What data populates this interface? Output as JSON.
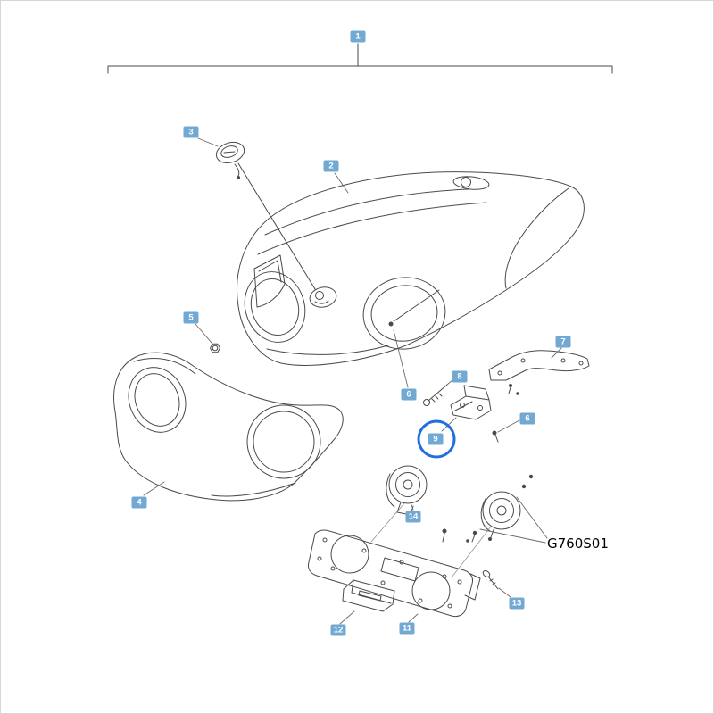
{
  "diagram": {
    "ref_code": "G760S01",
    "highlighted_callout": "9",
    "colors": {
      "badge": "#72a9d3",
      "badge_text": "#ffffff",
      "highlight_ring": "#1f6fe0",
      "line": "#4a4a4a"
    },
    "callouts": {
      "c1": "1",
      "c2": "2",
      "c3": "3",
      "c4": "4",
      "c5": "5",
      "c6a": "6",
      "c6b": "6",
      "c7": "7",
      "c8": "8",
      "c9": "9",
      "c11": "11",
      "c12": "12",
      "c13": "13",
      "c14": "14"
    }
  }
}
